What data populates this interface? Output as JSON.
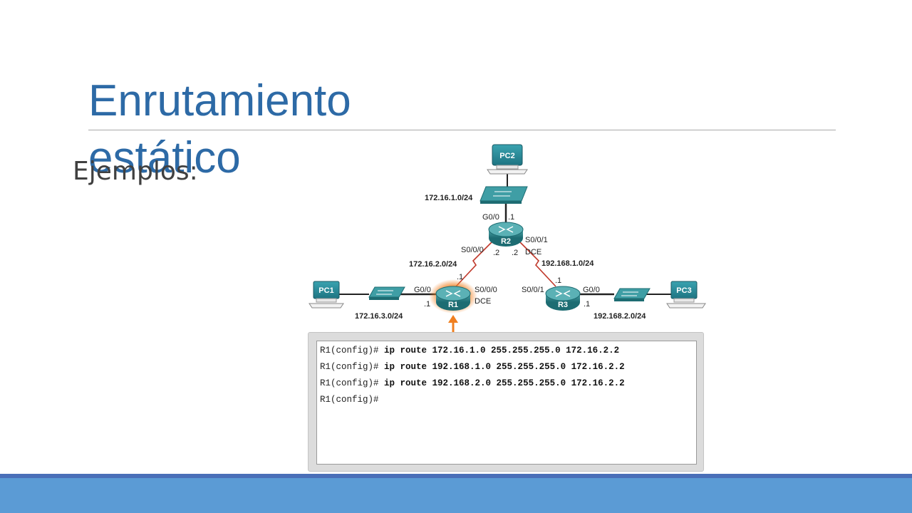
{
  "slide": {
    "title": "Enrutamiento estático",
    "subtitle": "Ejemplos:"
  },
  "topology": {
    "devices": {
      "pc1": "PC1",
      "pc2": "PC2",
      "pc3": "PC3",
      "r1": "R1",
      "r2": "R2",
      "r3": "R3"
    },
    "networks": {
      "net_pc2": "172.16.1.0/24",
      "net_r1_r2": "172.16.2.0/24",
      "net_r2_r3": "192.168.1.0/24",
      "net_pc1": "172.16.3.0/24",
      "net_pc3": "192.168.2.0/24"
    },
    "interfaces": {
      "r2_g00": "G0/0",
      "r2_g00_host": ".1",
      "r2_s000": "S0/0/0",
      "r2_s000_host": ".2",
      "r2_s001": "S0/0/1",
      "r2_s001_host": ".2",
      "r2_dce": "DCE",
      "r1_g00": "G0/0",
      "r1_g00_host": ".1",
      "r1_s000": "S0/0/0",
      "r1_s000_host": ".1",
      "r1_dce": "DCE",
      "r3_s001": "S0/0/1",
      "r3_s001_host": ".1",
      "r3_g00": "G0/0",
      "r3_g00_host": ".1"
    },
    "highlight_color": "#f07f1f",
    "serial_link_color": "#c0392b"
  },
  "terminal": {
    "prompt": "R1(config)#",
    "commands": [
      "ip route 172.16.1.0 255.255.255.0 172.16.2.2",
      "ip route 192.168.1.0 255.255.255.0 172.16.2.2",
      "ip route 192.168.2.0 255.255.255.0 172.16.2.2",
      ""
    ]
  },
  "theme": {
    "title_color": "#2d6aa6",
    "footer_color": "#5b9bd5",
    "footer_edge_color": "#4a6fb8"
  }
}
